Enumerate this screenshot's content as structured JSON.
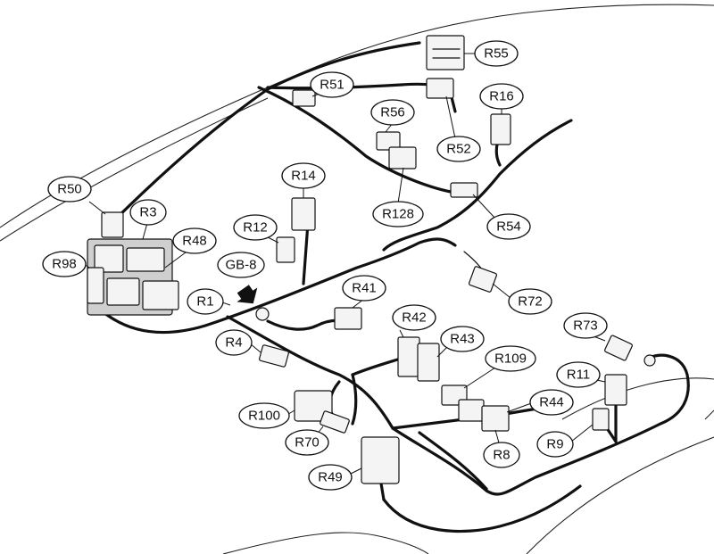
{
  "labels": {
    "R55": "R55",
    "R51": "R51",
    "R16": "R16",
    "R56": "R56",
    "R52": "R52",
    "R50": "R50",
    "R14": "R14",
    "R3": "R3",
    "R128": "R128",
    "R54": "R54",
    "R12": "R12",
    "R48": "R48",
    "R98": "R98",
    "GB8": "GB-8",
    "R72": "R72",
    "R41": "R41",
    "R1": "R1",
    "R42": "R42",
    "R73": "R73",
    "R4": "R4",
    "R43": "R43",
    "R109": "R109",
    "R11": "R11",
    "R100": "R100",
    "R44": "R44",
    "R70": "R70",
    "R9": "R9",
    "R8": "R8",
    "R49": "R49"
  },
  "colors": {
    "line": "#111111",
    "background": "#ffffff",
    "connector_fill": "#f4f4f4"
  },
  "icons": {
    "ground_point": "arrow-down-icon"
  }
}
